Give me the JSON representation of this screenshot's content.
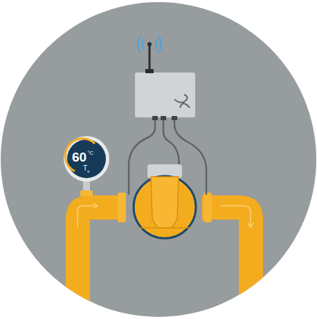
{
  "diagram": {
    "nodes": [
      {
        "text": [
          "60",
          "°C",
          "T",
          "s"
        ]
      }
    ]
  }
}
